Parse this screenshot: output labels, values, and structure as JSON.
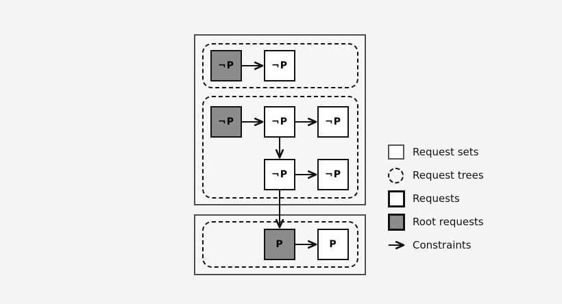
{
  "diagram": {
    "sets": [
      {
        "name": "request-set-1",
        "trees": [
          {
            "name": "tree-1",
            "nodes": [
              {
                "role": "root-request",
                "label": "¬P"
              },
              {
                "role": "request",
                "label": "¬P"
              }
            ]
          },
          {
            "name": "tree-2",
            "nodes": [
              {
                "role": "root-request",
                "label": "¬P"
              },
              {
                "role": "request",
                "label": "¬P"
              },
              {
                "role": "request",
                "label": "¬P"
              },
              {
                "role": "request",
                "label": "¬P"
              },
              {
                "role": "request",
                "label": "¬P"
              }
            ]
          }
        ]
      },
      {
        "name": "request-set-2",
        "trees": [
          {
            "name": "tree-3",
            "nodes": [
              {
                "role": "root-request",
                "label": "P"
              },
              {
                "role": "request",
                "label": "P"
              }
            ]
          }
        ]
      }
    ],
    "constraints": [
      {
        "from": "tree-1.root",
        "to": "tree-1.node-1"
      },
      {
        "from": "tree-2.root",
        "to": "tree-2.node-1"
      },
      {
        "from": "tree-2.node-1",
        "to": "tree-2.node-2"
      },
      {
        "from": "tree-2.node-1",
        "to": "tree-2.node-3"
      },
      {
        "from": "tree-2.node-3",
        "to": "tree-2.node-4"
      },
      {
        "from": "tree-2.node-3",
        "to": "tree-3.root"
      },
      {
        "from": "tree-3.root",
        "to": "tree-3.node-1"
      }
    ]
  },
  "legend": {
    "items": [
      {
        "icon": "request-set-icon",
        "label": "Request sets"
      },
      {
        "icon": "request-tree-icon",
        "label": "Request trees"
      },
      {
        "icon": "request-icon",
        "label": "Requests"
      },
      {
        "icon": "root-request-icon",
        "label": "Root requests"
      },
      {
        "icon": "constraint-arrow-icon",
        "label": "Constraints"
      }
    ]
  },
  "colors": {
    "background": "#f5f5f5",
    "root_request_fill": "#8c8c8c",
    "request_fill": "#ffffff",
    "node_border": "#111111",
    "set_border": "#4d4d4d"
  }
}
